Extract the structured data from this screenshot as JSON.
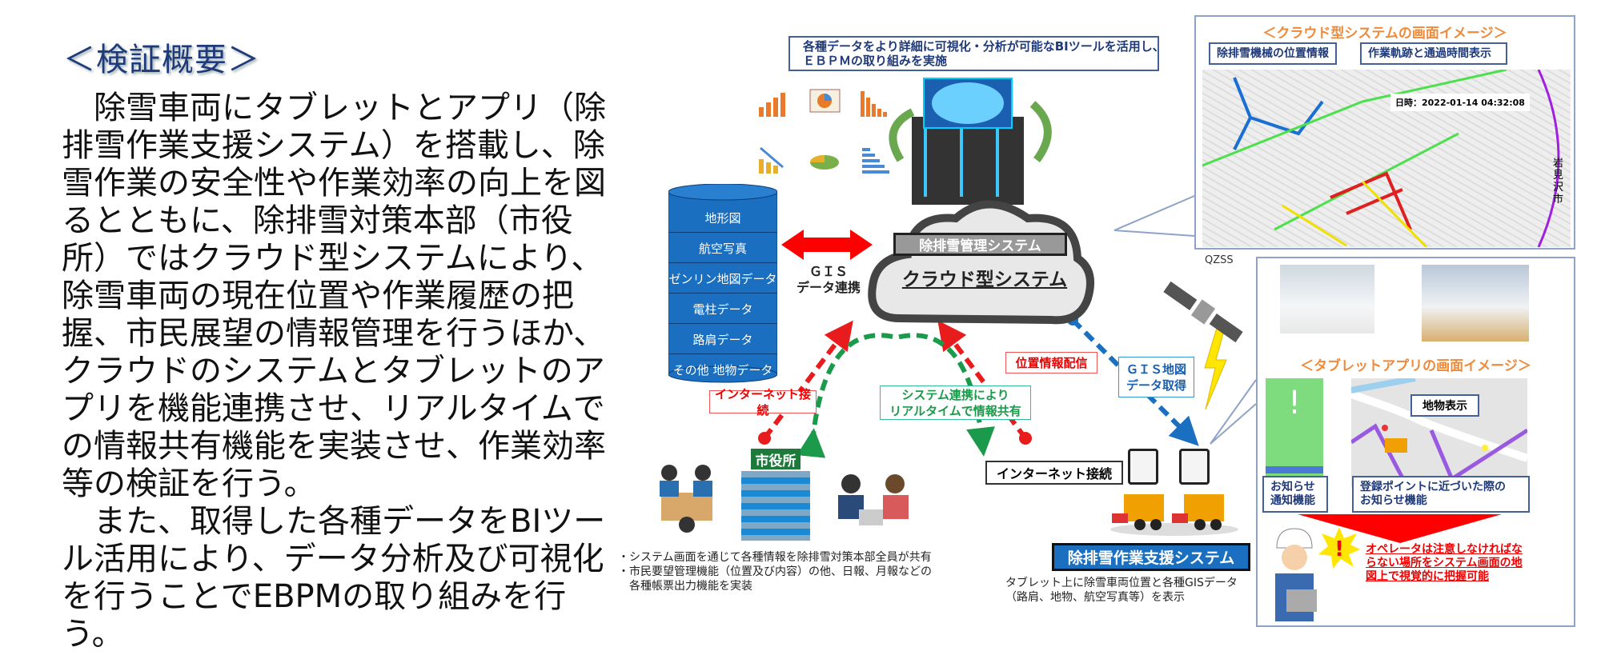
{
  "summary": {
    "title": "＜検証概要＞",
    "body": "　除雪車両にタブレットとアプリ（除排雪作業支援システム）を搭載し、除雪作業の安全性や作業効率の向上を図るとともに、除排雪対策本部（市役所）ではクラウド型システムにより、除雪車両の現在位置や作業履歴の把握、市民展望の情報管理を行うほか、クラウドのシステムとタブレットのアプリを機能連携させ、リアルタイムでの情報共有機能を実装させ、作業効率等の検証を行う。\n　また、取得した各種データをBIツール活用により、データ分析及び可視化を行うことでEBPMの取り組みを行う。"
  },
  "diagram": {
    "bi_note": "各種データをより詳細に可視化・分析が可能なBIツールを活用し、\nＥＢＰＭの取り組みを実施",
    "database_layers": [
      "地形図",
      "航空写真",
      "ゼンリン地図データ",
      "電柱データ",
      "路肩データ",
      "その他 地物データ"
    ],
    "gis_link_label": "ＧＩＳ\nデータ連携",
    "cloud_bar": "除排雪管理システム",
    "cloud_title": "クラウド型システム",
    "qzss_label": "QZSS",
    "internet_label_left": "インターネット接続",
    "realtime_label": "システム連携により\nリアルタイムで情報共有",
    "position_label": "位置情報配信",
    "gis_map_label": "ＧＩＳ地図\nデータ取得",
    "city_hall_sign": "市役所",
    "city_hall_notes": "・システム画面を通じて各種情報を除排雪対策本部全員が共有\n・市民要望管理機能（位置及び内容）の他、日報、月報などの\n　各種帳票出力機能を実装",
    "internet_label_right": "インターネット接続",
    "support_system_label": "除排雪作業支援システム",
    "support_caption": "タブレット上に除雪車両位置と各種GISデータ\n（路肩、地物、航空写真等）を表示",
    "colors": {
      "red": "#e81c1c",
      "green": "#1a9a4a",
      "blue": "#1a6fc0",
      "orange": "#ef8a3a",
      "navy": "#1f3a7a"
    }
  },
  "cloud_screen": {
    "title": "＜クラウド型システムの画面イメージ＞",
    "label_position": "除排雪機械の位置情報",
    "label_track": "作業軌跡と通過時間表示",
    "timestamp": "日時：2022-01-14 04:32:08",
    "city_label": "岩見沢市"
  },
  "tablet_screen": {
    "title": "＜タブレットアプリの画面イメージ＞",
    "feature_label": "地物表示",
    "notice_label": "お知らせ\n通知機能",
    "point_notice_label": "登録ポイントに近づいた際の\nお知らせ機能",
    "operator_note": "オペレータは注意しなければならない場所をシステム画面の地図上で視覚的に把握可能"
  }
}
